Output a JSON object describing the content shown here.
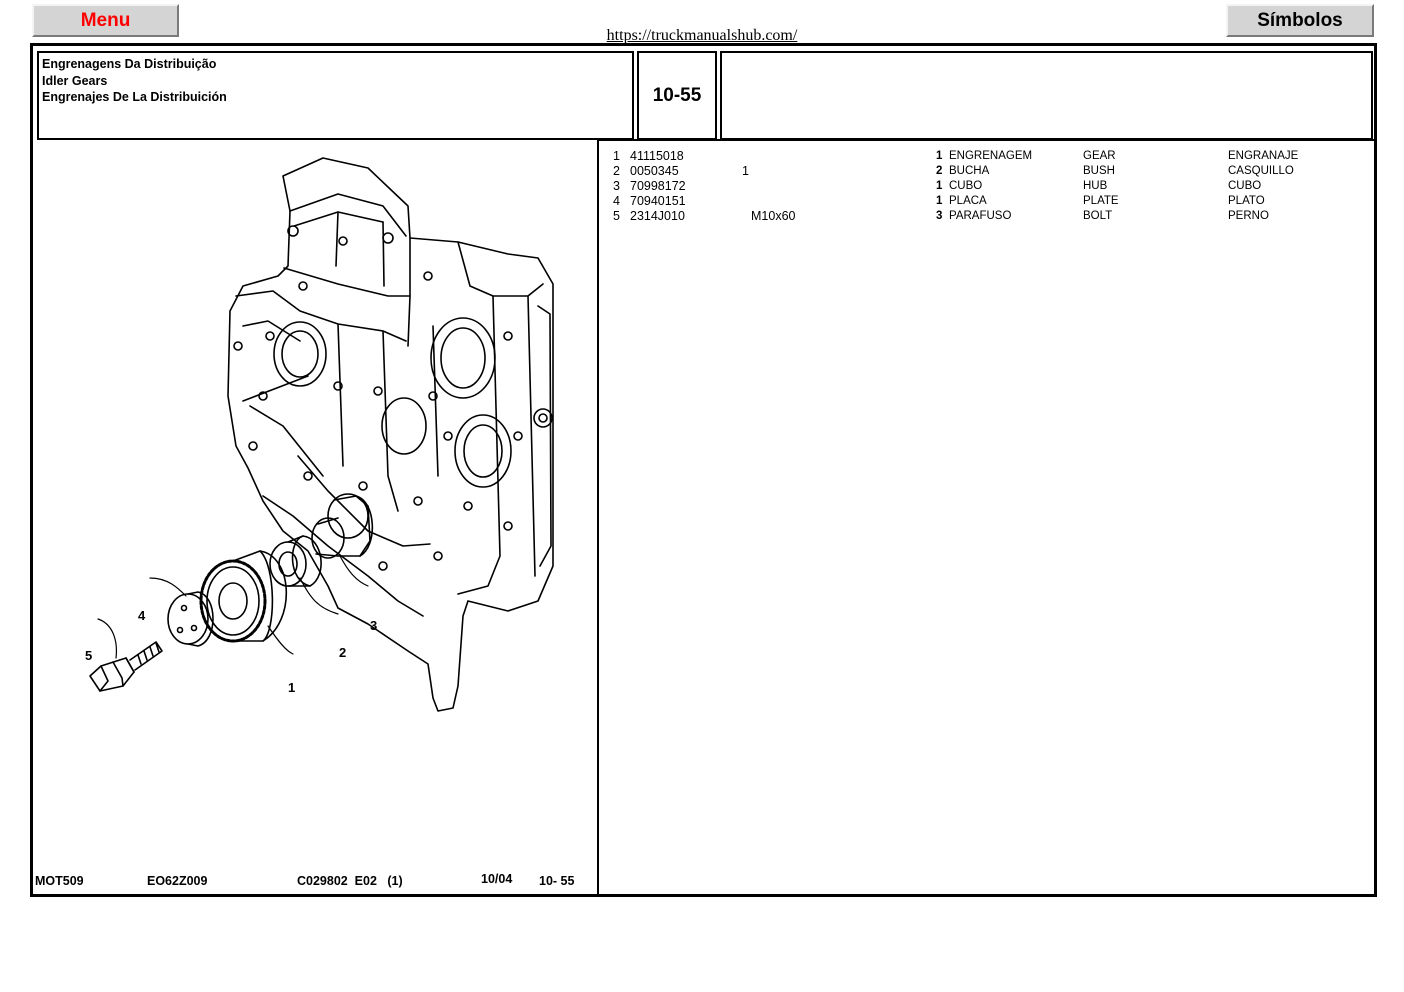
{
  "top": {
    "menu_label": "Menu",
    "simbolos_label": "Símbolos",
    "url": "https://truckmanualshub.com/"
  },
  "title": {
    "pt": "Engrenagens Da Distribuição",
    "en": "Idler Gears",
    "es": "Engrenajes De La Distribuición"
  },
  "page_ref": "10-55",
  "parts": [
    {
      "num": "1",
      "code": "41115018",
      "note": "",
      "qty": "1",
      "pt": "ENGRENAGEM",
      "en": "GEAR",
      "es": "ENGRANAJE"
    },
    {
      "num": "2",
      "code": "0050345",
      "note": "1",
      "qty": "2",
      "pt": "BUCHA",
      "en": "BUSH",
      "es": "CASQUILLO"
    },
    {
      "num": "3",
      "code": "70998172",
      "note": "",
      "qty": "1",
      "pt": "CUBO",
      "en": "HUB",
      "es": "CUBO"
    },
    {
      "num": "4",
      "code": "70940151",
      "note": "",
      "qty": "1",
      "pt": "PLACA",
      "en": "PLATE",
      "es": "PLATO"
    },
    {
      "num": "5",
      "code": "2314J010",
      "note": "M10x60",
      "qty": "3",
      "pt": "PARAFUSO",
      "en": "BOLT",
      "es": "PERNO"
    }
  ],
  "callouts": [
    "1",
    "2",
    "3",
    "4",
    "5"
  ],
  "footer": {
    "model": "MOT509",
    "code": "EO62Z009",
    "ref": "C029802  E02   (1)",
    "date": "10/04",
    "page": "10- 55"
  }
}
